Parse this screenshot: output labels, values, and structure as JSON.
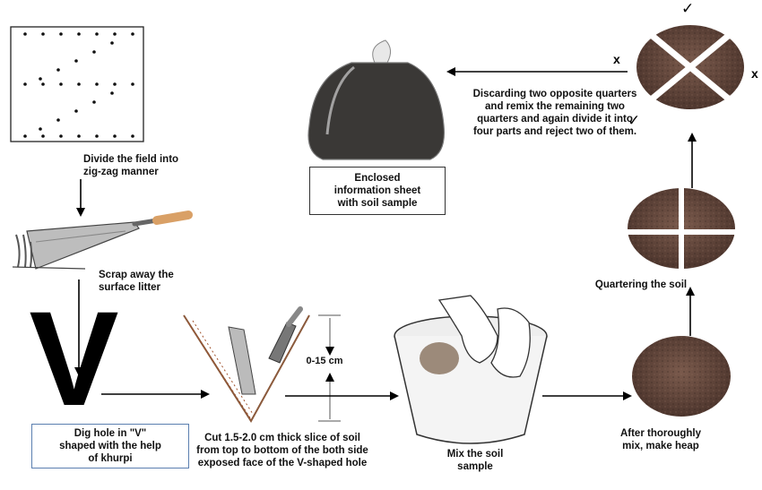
{
  "steps": {
    "divide_field": "Divide the field into\nzig-zag manner",
    "scrape": "Scrap away the\nsurface litter",
    "dig_hole": "Dig hole in \"V\"\nshaped  with the help\nof khurpi",
    "v_letter": "V",
    "cut_slice": "Cut 1.5-2.0 cm thick slice of soil\nfrom top to bottom of the both side\nexposed face of the V-shaped hole",
    "depth": "0-15  cm",
    "mix": "Mix the soil\nsample",
    "heap": "After thoroughly\nmix, make heap",
    "quartering": "Quartering the soil",
    "discard": "Discarding two opposite quarters\nand remix the remaining two\nquarters and again divide it into\nfour parts and reject two of them.",
    "info_sheet": "Enclosed\ninformation sheet\nwith soil sample"
  },
  "marks": {
    "keep": "✓",
    "reject": "x"
  },
  "colors": {
    "soil": "#5a3e34",
    "soil_light": "#7a5a4c",
    "ink": "#000000",
    "box_border_blue": "#5b7fb0"
  }
}
